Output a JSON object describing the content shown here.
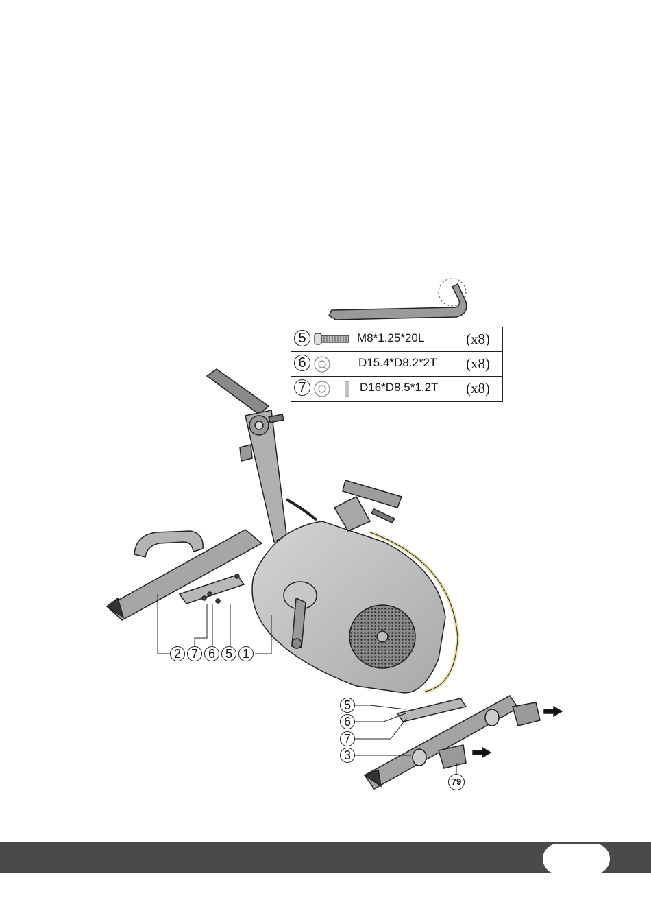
{
  "parts": [
    {
      "id": "5",
      "spec": "M8*1.25*20L",
      "qty": "(x8)",
      "icon": "bolt-icon"
    },
    {
      "id": "6",
      "spec": "D15.4*D8.2*2T",
      "qty": "(x8)",
      "icon": "spring-washer-icon"
    },
    {
      "id": "7",
      "spec": "D16*D8.5*1.2T",
      "qty": "(x8)",
      "icon": "flat-washer-icon"
    }
  ],
  "front_callouts": [
    "2",
    "7",
    "6",
    "5",
    "1"
  ],
  "rear_callouts": [
    "5",
    "6",
    "7",
    "3"
  ],
  "cap_callout": "79",
  "tool": "allen-key-icon",
  "footer": {
    "page_number": ""
  },
  "colors": {
    "footer_bar": "#4a4a4a",
    "frame": "#b8b8b8",
    "line": "#222222"
  }
}
